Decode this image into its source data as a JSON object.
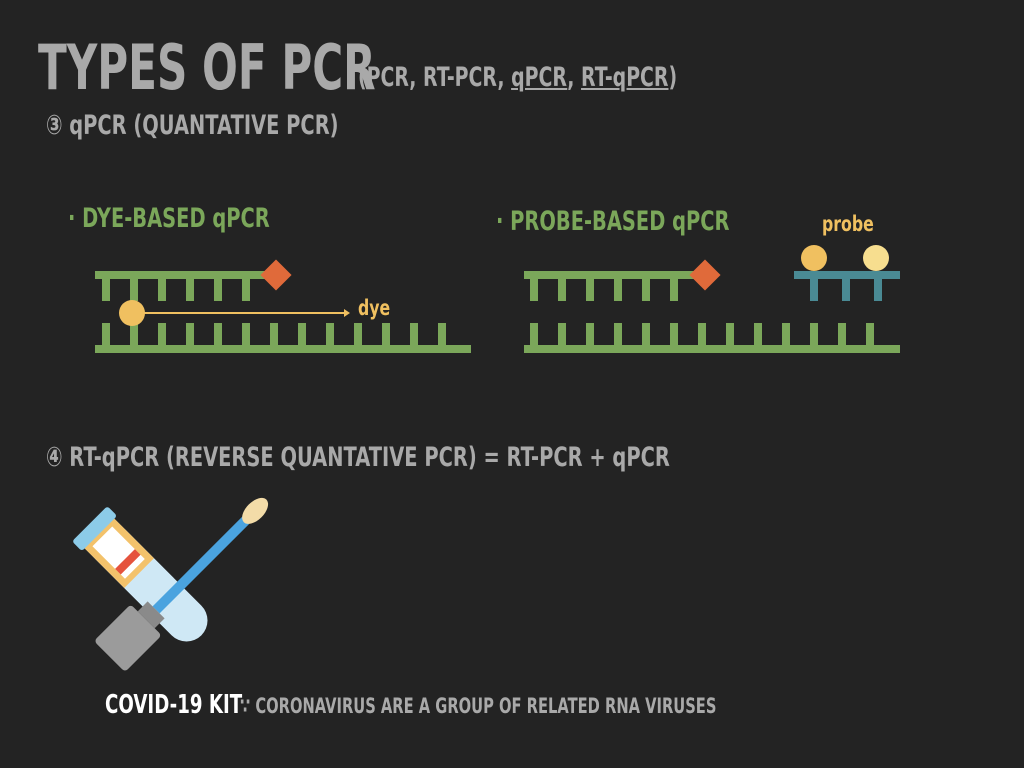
{
  "title": "TYPES OF PCR",
  "subtitle": {
    "open": "(PCR, RT-PCR, ",
    "qpcr": "qPCR",
    "sep": ", ",
    "rtqpcr": "RT-qPCR",
    "close": ")"
  },
  "section3": "③ qPCR (QUANTATIVE PCR)",
  "dye_based": "· DYE-BASED qPCR",
  "probe_based": "· PROBE-BASED qPCR",
  "dye_label": "dye",
  "probe_label": "probe",
  "section4": "④ RT-qPCR (REVERSE QUANTATIVE PCR) = RT-PCR + qPCR",
  "kit_label": "COVID-19 KIT",
  "kit_note": "∵ CORONAVIRUS ARE A GROUP OF RELATED RNA VIRUSES",
  "colors": {
    "background": "#232323",
    "text_gray": "#a9a9a9",
    "dna_green": "#7ba75a",
    "marker_orange": "#e06a3a",
    "dye_yellow": "#f0c060",
    "probe_teal": "#4a8a94"
  },
  "icons": [
    "test-tube-icon",
    "swab-icon"
  ]
}
